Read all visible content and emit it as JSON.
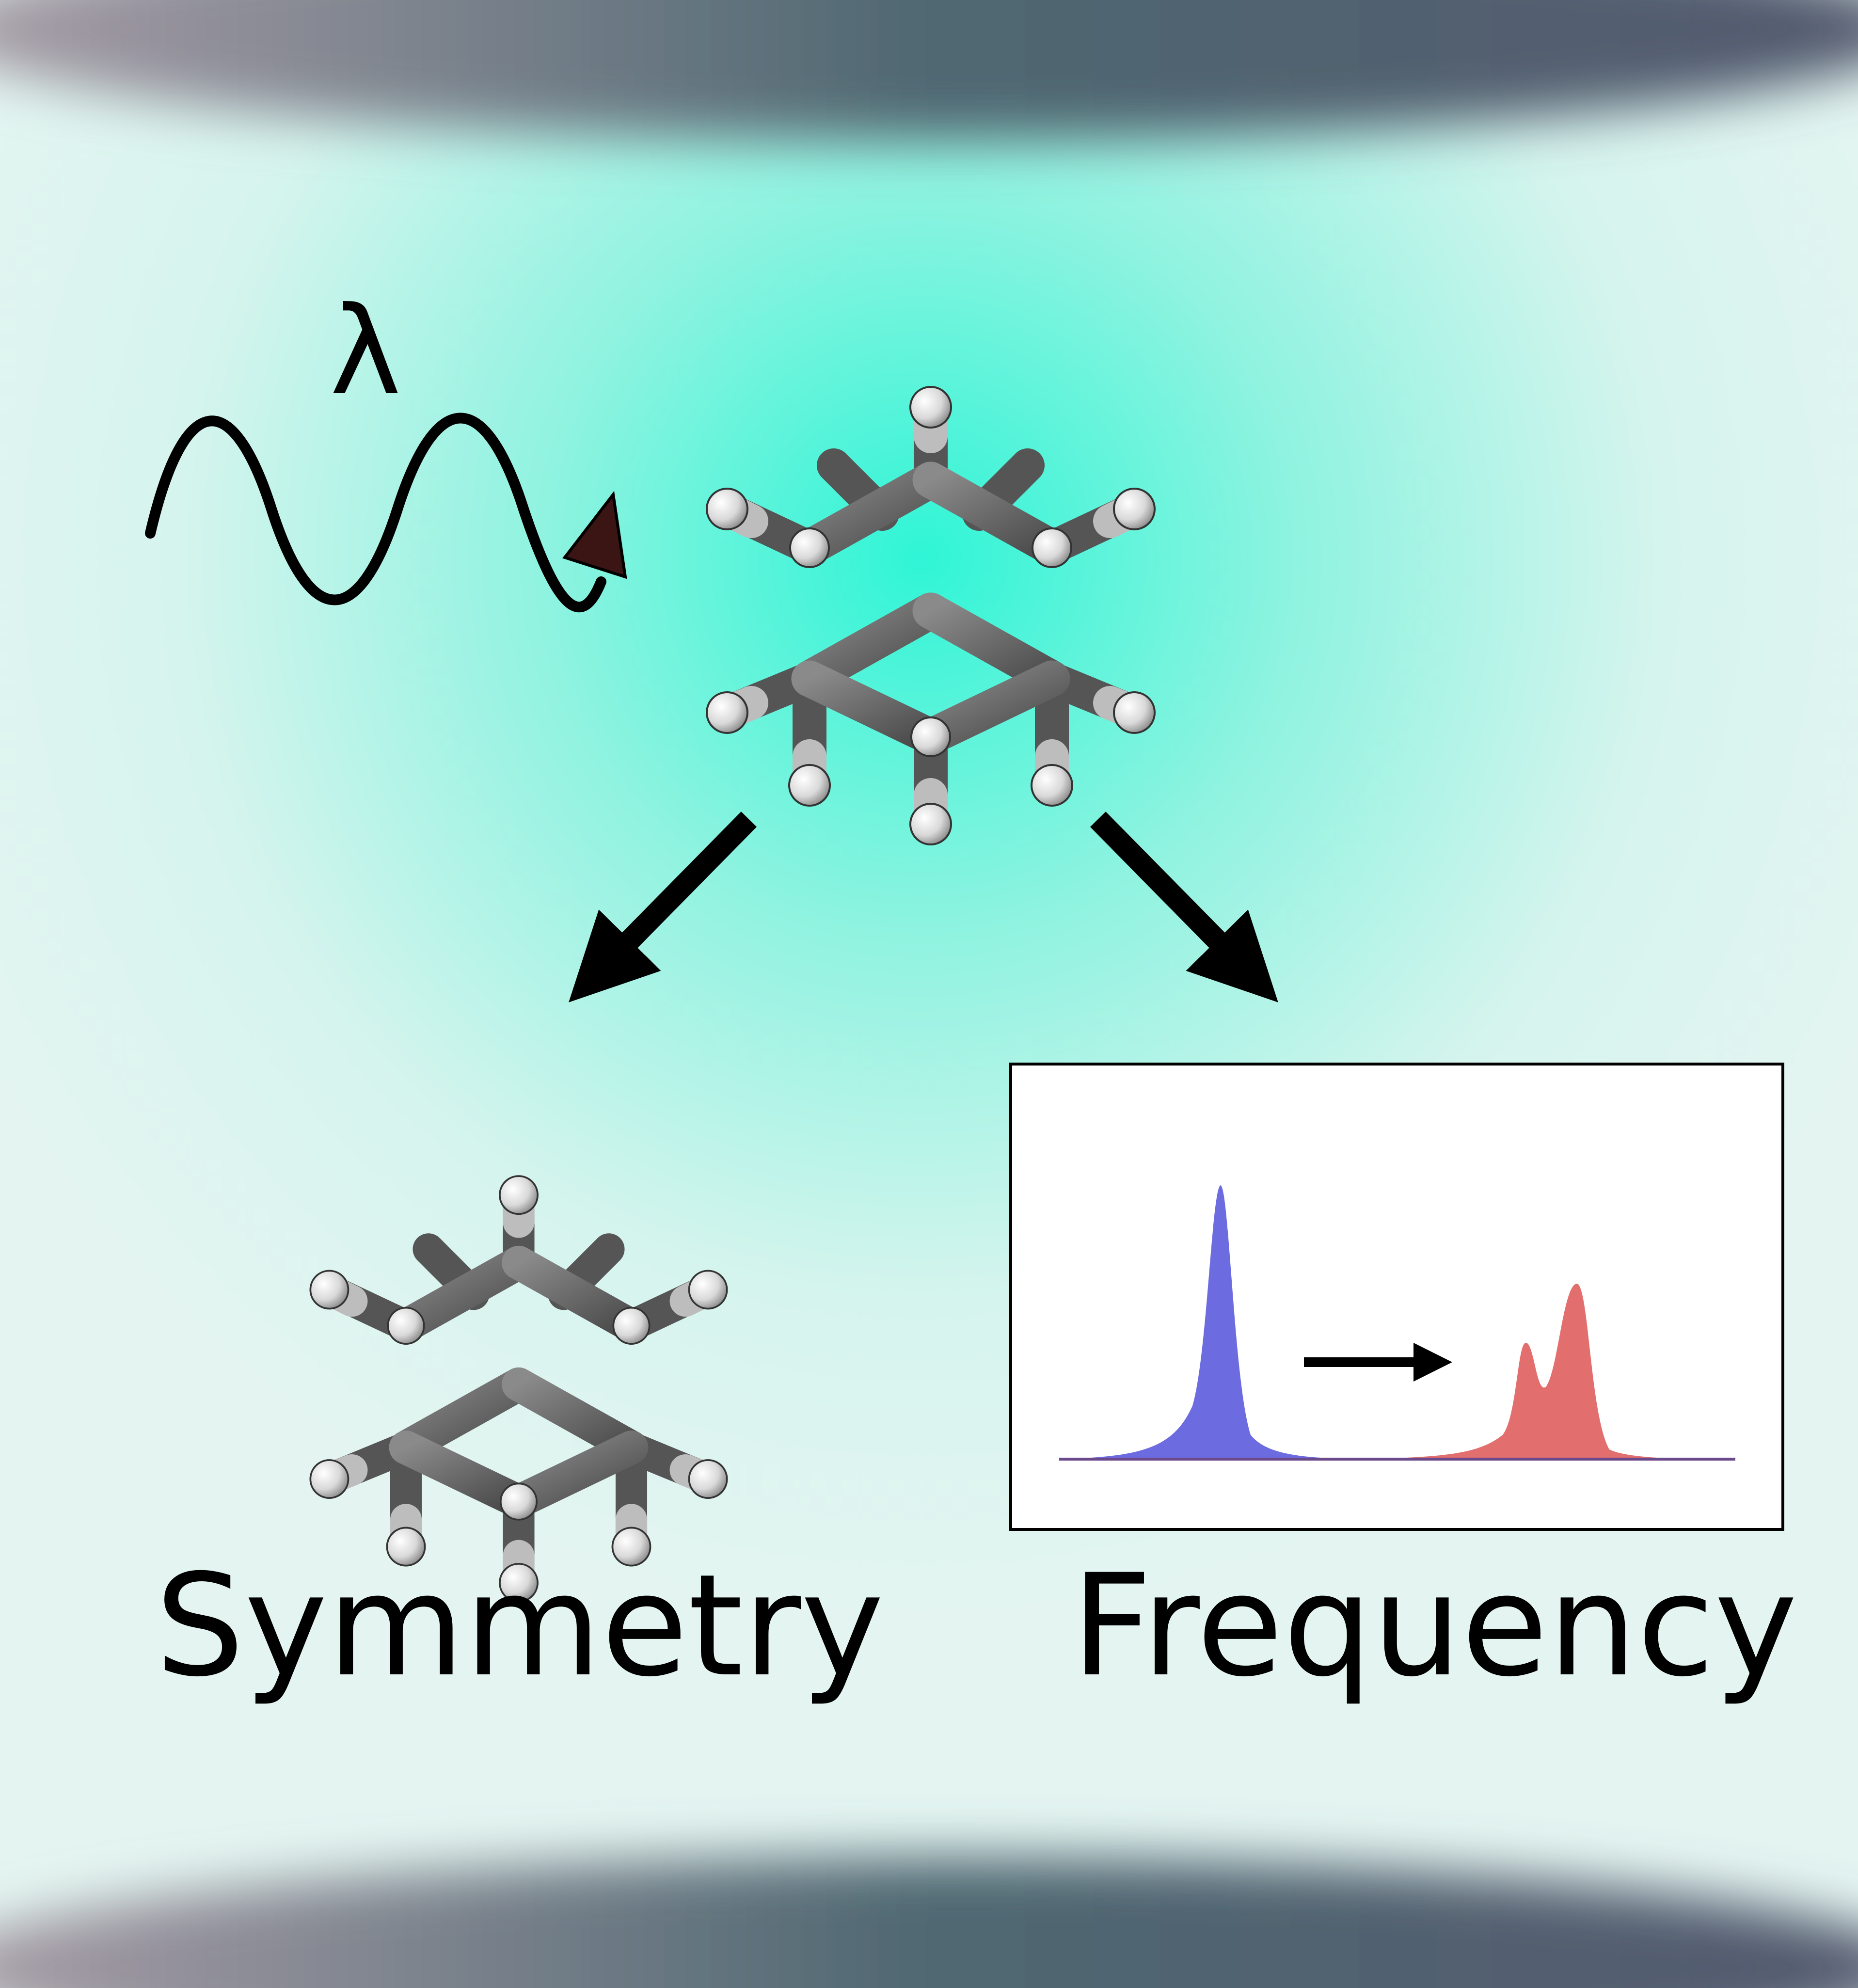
{
  "labels": {
    "lambda": "λ",
    "symmetry": "Symmetry",
    "frequency": "Frequency"
  },
  "colors": {
    "background_glow": "#2ff5d6",
    "background_base": "#e4f5f1",
    "cavity_mirror": "#4e6470",
    "spectrum_before": "#5f5fdd",
    "spectrum_after": "#e06262",
    "arrows": "#000000",
    "arrowhead_wave": "#3b1414"
  },
  "panels": {
    "spectrum": {
      "peaks_before": 1,
      "peaks_after": 2
    }
  },
  "icons": {
    "photon": "wave-icon",
    "molecule": "cubane-molecule-icon",
    "spectrum": "spectrum-plot-icon"
  }
}
